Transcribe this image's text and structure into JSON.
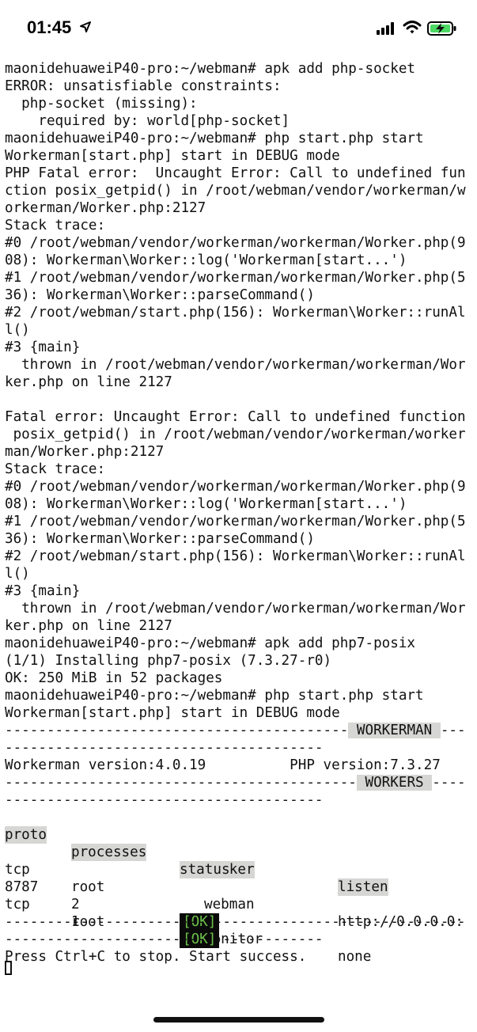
{
  "status_bar": {
    "time": "01:45",
    "icons": [
      "location-arrow-icon",
      "cellular-signal-icon",
      "wifi-icon",
      "battery-charging-icon"
    ],
    "battery_color": "#4cd964"
  },
  "terminal": {
    "lines": [
      "maonidehuaweiP40-pro:~/webman# apk add php-socket",
      "ERROR: unsatisfiable constraints:",
      "  php-socket (missing):",
      "    required by: world[php-socket]",
      "maonidehuaweiP40-pro:~/webman# php start.php start",
      "Workerman[start.php] start in DEBUG mode",
      "PHP Fatal error:  Uncaught Error: Call to undefined fun",
      "ction posix_getpid() in /root/webman/vendor/workerman/w",
      "orkerman/Worker.php:2127",
      "Stack trace:",
      "#0 /root/webman/vendor/workerman/workerman/Worker.php(9",
      "08): Workerman\\Worker::log('Workerman[start...')",
      "#1 /root/webman/vendor/workerman/workerman/Worker.php(5",
      "36): Workerman\\Worker::parseCommand()",
      "#2 /root/webman/start.php(156): Workerman\\Worker::runAl",
      "l()",
      "#3 {main}",
      "  thrown in /root/webman/vendor/workerman/workerman/Wor",
      "ker.php on line 2127",
      "",
      "Fatal error: Uncaught Error: Call to undefined function",
      " posix_getpid() in /root/webman/vendor/workerman/worker",
      "man/Worker.php:2127",
      "Stack trace:",
      "#0 /root/webman/vendor/workerman/workerman/Worker.php(9",
      "08): Workerman\\Worker::log('Workerman[start...')",
      "#1 /root/webman/vendor/workerman/workerman/Worker.php(5",
      "36): Workerman\\Worker::parseCommand()",
      "#2 /root/webman/start.php(156): Workerman\\Worker::runAl",
      "l()",
      "#3 {main}",
      "  thrown in /root/webman/vendor/workerman/workerman/Wor",
      "ker.php on line 2127",
      "maonidehuaweiP40-pro:~/webman# apk add php7-posix",
      "(1/1) Installing php7-posix (7.3.27-r0)",
      "OK: 250 MiB in 52 packages",
      "maonidehuaweiP40-pro:~/webman# php start.php start",
      "Workerman[start.php] start in DEBUG mode"
    ],
    "banner_workerman": {
      "dashes_left": "-----------------------------------------",
      "label": " WORKERMAN ",
      "dashes_right": "---",
      "continuation": "--------------------------------------"
    },
    "version_line": "Workerman version:4.0.19          PHP version:7.3.27",
    "banner_workers": {
      "dashes_left": "------------------------------------------",
      "label": " WORKERS ",
      "dashes_right": "----",
      "continuation": "--------------------------------------"
    },
    "table": {
      "headers": {
        "proto": "proto",
        "user": "user",
        "worker": "worker",
        "listen": "listen",
        "processes": "processes",
        "status": "status"
      },
      "rows": [
        {
          "proto": "tcp",
          "user": "root",
          "worker": "webman",
          "listen": "http://0.0.0.0:",
          "listen_cont": "8787",
          "processes": "2",
          "status": "[OK]"
        },
        {
          "proto": "tcp",
          "user": "root",
          "worker": "monitor",
          "listen": "none",
          "listen_cont": "",
          "processes": "1",
          "status": "[OK]"
        }
      ]
    },
    "footer_dashes": "-------------------------------------------------------",
    "footer_dashes_cont": "--------------------------------------",
    "final_line": "Press Ctrl+C to stop. Start success.",
    "ok_color": "#6cc24a"
  }
}
